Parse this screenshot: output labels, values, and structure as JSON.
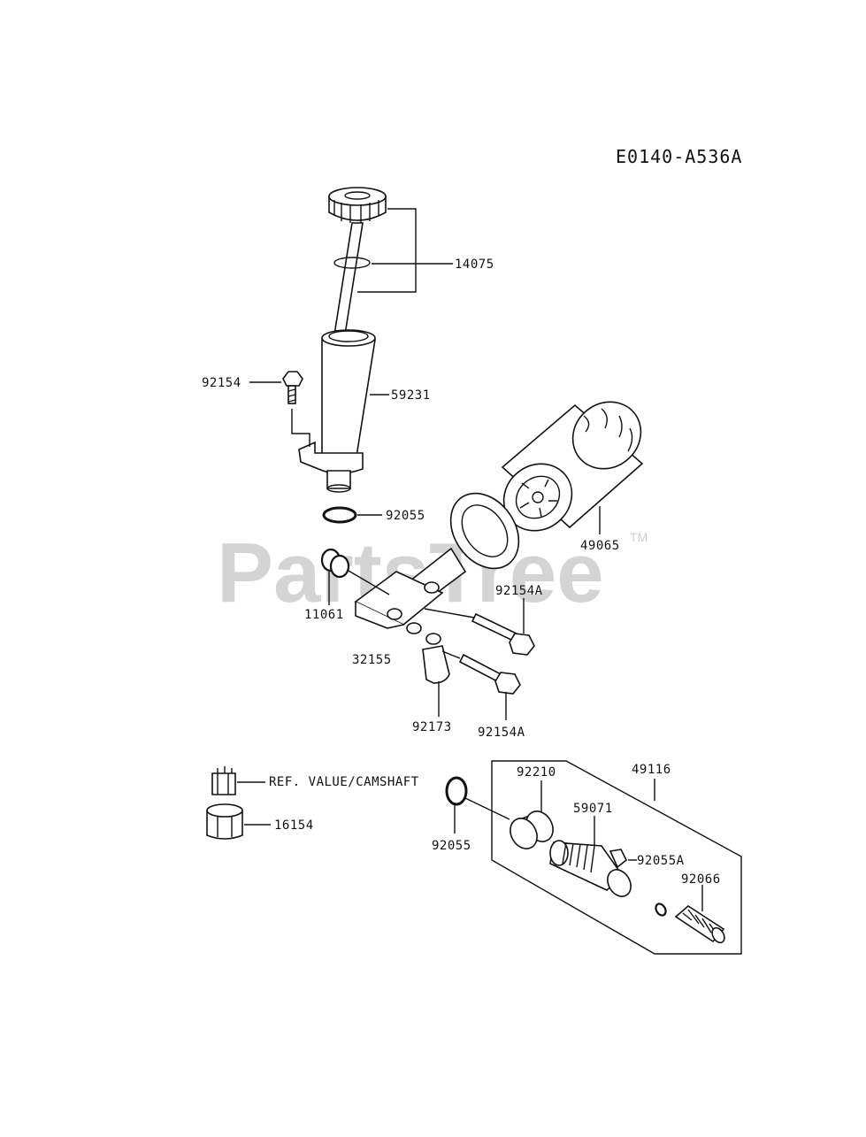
{
  "diagram": {
    "code": "E0140-A536A",
    "watermark": "PartsTree",
    "watermark_mark": "TM",
    "parts": [
      {
        "id": "cap_dipstick",
        "label": "14075"
      },
      {
        "id": "gauge_tube",
        "label": "59231"
      },
      {
        "id": "bolt_top",
        "label": "92154"
      },
      {
        "id": "oring_tube",
        "label": "92055"
      },
      {
        "id": "oil_filter",
        "label": "49065"
      },
      {
        "id": "seal_pair",
        "label": "11061"
      },
      {
        "id": "bolt_a_top",
        "label": "92154A"
      },
      {
        "id": "bracket",
        "label": "32155"
      },
      {
        "id": "clamp",
        "label": "92173"
      },
      {
        "id": "bolt_a_bottom",
        "label": "92154A"
      },
      {
        "id": "ref_valve",
        "label": "REF. VALUE/CAMSHAFT"
      },
      {
        "id": "gear_16154",
        "label": "16154"
      },
      {
        "id": "oring_lower",
        "label": "92055"
      },
      {
        "id": "assembly",
        "label": "49116"
      },
      {
        "id": "collar",
        "label": "92210"
      },
      {
        "id": "fitting",
        "label": "59071"
      },
      {
        "id": "oring_small",
        "label": "92055A"
      },
      {
        "id": "spring",
        "label": "92066"
      }
    ]
  }
}
